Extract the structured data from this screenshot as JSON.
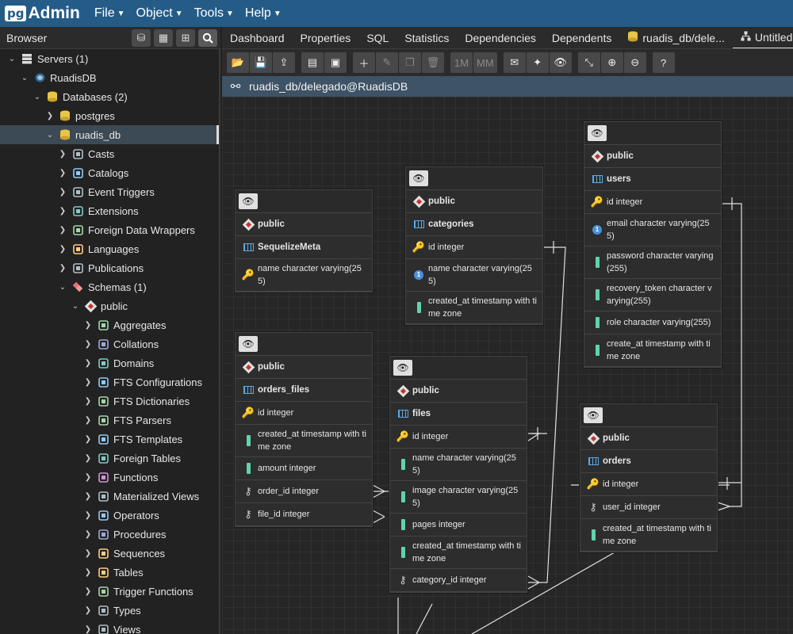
{
  "app": {
    "logo_pg": "pg",
    "logo_admin": "Admin"
  },
  "menu": [
    {
      "label": "File"
    },
    {
      "label": "Object"
    },
    {
      "label": "Tools"
    },
    {
      "label": "Help"
    }
  ],
  "browser": {
    "title": "Browser",
    "tree": [
      {
        "label": "Servers (1)",
        "depth": 0,
        "expanded": true,
        "icon": "servers-icon"
      },
      {
        "label": "RuadisDB",
        "depth": 1,
        "expanded": true,
        "icon": "elephant-icon"
      },
      {
        "label": "Databases (2)",
        "depth": 2,
        "expanded": true,
        "icon": "databases-icon"
      },
      {
        "label": "postgres",
        "depth": 3,
        "expanded": false,
        "icon": "database-icon"
      },
      {
        "label": "ruadis_db",
        "depth": 3,
        "expanded": true,
        "icon": "database-icon",
        "selected": true
      },
      {
        "label": "Casts",
        "depth": 4,
        "expanded": false,
        "icon": "casts-icon"
      },
      {
        "label": "Catalogs",
        "depth": 4,
        "expanded": false,
        "icon": "catalogs-icon"
      },
      {
        "label": "Event Triggers",
        "depth": 4,
        "expanded": false,
        "icon": "event-triggers-icon"
      },
      {
        "label": "Extensions",
        "depth": 4,
        "expanded": false,
        "icon": "extensions-icon"
      },
      {
        "label": "Foreign Data Wrappers",
        "depth": 4,
        "expanded": false,
        "icon": "fdw-icon"
      },
      {
        "label": "Languages",
        "depth": 4,
        "expanded": false,
        "icon": "languages-icon"
      },
      {
        "label": "Publications",
        "depth": 4,
        "expanded": false,
        "icon": "publications-icon"
      },
      {
        "label": "Schemas (1)",
        "depth": 4,
        "expanded": true,
        "icon": "schemas-icon"
      },
      {
        "label": "public",
        "depth": 5,
        "expanded": true,
        "icon": "schema-icon"
      },
      {
        "label": "Aggregates",
        "depth": 6,
        "expanded": false,
        "icon": "aggregates-icon"
      },
      {
        "label": "Collations",
        "depth": 6,
        "expanded": false,
        "icon": "collations-icon"
      },
      {
        "label": "Domains",
        "depth": 6,
        "expanded": false,
        "icon": "domains-icon"
      },
      {
        "label": "FTS Configurations",
        "depth": 6,
        "expanded": false,
        "icon": "fts-configurations-icon"
      },
      {
        "label": "FTS Dictionaries",
        "depth": 6,
        "expanded": false,
        "icon": "fts-dictionaries-icon"
      },
      {
        "label": "FTS Parsers",
        "depth": 6,
        "expanded": false,
        "icon": "fts-parsers-icon"
      },
      {
        "label": "FTS Templates",
        "depth": 6,
        "expanded": false,
        "icon": "fts-templates-icon"
      },
      {
        "label": "Foreign Tables",
        "depth": 6,
        "expanded": false,
        "icon": "foreign-tables-icon"
      },
      {
        "label": "Functions",
        "depth": 6,
        "expanded": false,
        "icon": "functions-icon"
      },
      {
        "label": "Materialized Views",
        "depth": 6,
        "expanded": false,
        "icon": "materialized-views-icon"
      },
      {
        "label": "Operators",
        "depth": 6,
        "expanded": false,
        "icon": "operators-icon"
      },
      {
        "label": "Procedures",
        "depth": 6,
        "expanded": false,
        "icon": "procedures-icon"
      },
      {
        "label": "Sequences",
        "depth": 6,
        "expanded": false,
        "icon": "sequences-icon"
      },
      {
        "label": "Tables",
        "depth": 6,
        "expanded": false,
        "icon": "tables-icon"
      },
      {
        "label": "Trigger Functions",
        "depth": 6,
        "expanded": false,
        "icon": "trigger-functions-icon"
      },
      {
        "label": "Types",
        "depth": 6,
        "expanded": false,
        "icon": "types-icon"
      },
      {
        "label": "Views",
        "depth": 6,
        "expanded": false,
        "icon": "views-icon"
      }
    ]
  },
  "tabs": [
    {
      "label": "Dashboard"
    },
    {
      "label": "Properties"
    },
    {
      "label": "SQL"
    },
    {
      "label": "Statistics"
    },
    {
      "label": "Dependencies"
    },
    {
      "label": "Dependents"
    },
    {
      "label": "ruadis_db/dele...",
      "icon": "database-icon"
    },
    {
      "label": "Untitled",
      "icon": "erd-icon",
      "active": true
    }
  ],
  "toolbar": {
    "one_to_many": "1M",
    "many_to_many": "MM",
    "help": "?"
  },
  "connection": {
    "text": "ruadis_db/delegado@RuadisDB"
  },
  "erd": {
    "tables": [
      {
        "id": "sequelizemeta",
        "schema": "public",
        "name": "SequelizeMeta",
        "columns": [
          {
            "text": "name character varying(255)",
            "kind": "pk"
          }
        ]
      },
      {
        "id": "categories",
        "schema": "public",
        "name": "categories",
        "columns": [
          {
            "text": "id integer",
            "kind": "pk"
          },
          {
            "text": "name character varying(255)",
            "kind": "unique"
          },
          {
            "text": "created_at timestamp with time zone",
            "kind": "col"
          }
        ]
      },
      {
        "id": "users",
        "schema": "public",
        "name": "users",
        "columns": [
          {
            "text": "id integer",
            "kind": "pk"
          },
          {
            "text": "email character varying(255)",
            "kind": "unique"
          },
          {
            "text": "password character varying(255)",
            "kind": "col"
          },
          {
            "text": "recovery_token character varying(255)",
            "kind": "col"
          },
          {
            "text": "role character varying(255)",
            "kind": "col"
          },
          {
            "text": "create_at timestamp with time zone",
            "kind": "col"
          }
        ]
      },
      {
        "id": "orders_files",
        "schema": "public",
        "name": "orders_files",
        "columns": [
          {
            "text": "id integer",
            "kind": "pk"
          },
          {
            "text": "created_at timestamp with time zone",
            "kind": "col"
          },
          {
            "text": "amount integer",
            "kind": "col"
          },
          {
            "text": "order_id integer",
            "kind": "fk"
          },
          {
            "text": "file_id integer",
            "kind": "fk"
          }
        ]
      },
      {
        "id": "files",
        "schema": "public",
        "name": "files",
        "columns": [
          {
            "text": "id integer",
            "kind": "pk"
          },
          {
            "text": "name character varying(255)",
            "kind": "col"
          },
          {
            "text": "image character varying(255)",
            "kind": "col"
          },
          {
            "text": "pages integer",
            "kind": "col"
          },
          {
            "text": "created_at timestamp with time zone",
            "kind": "col"
          },
          {
            "text": "category_id integer",
            "kind": "fk"
          }
        ]
      },
      {
        "id": "orders",
        "schema": "public",
        "name": "orders",
        "columns": [
          {
            "text": "id integer",
            "kind": "pk"
          },
          {
            "text": "user_id integer",
            "kind": "fk"
          },
          {
            "text": "created_at timestamp with time zone",
            "kind": "col"
          }
        ]
      }
    ]
  },
  "colors": {
    "menubar": "#245c87",
    "conn_bar": "#3e5366",
    "pk": "#e6b422",
    "unique": "#4a90d9",
    "column": "#5fd3b0",
    "schema_red": "#c9302c"
  }
}
